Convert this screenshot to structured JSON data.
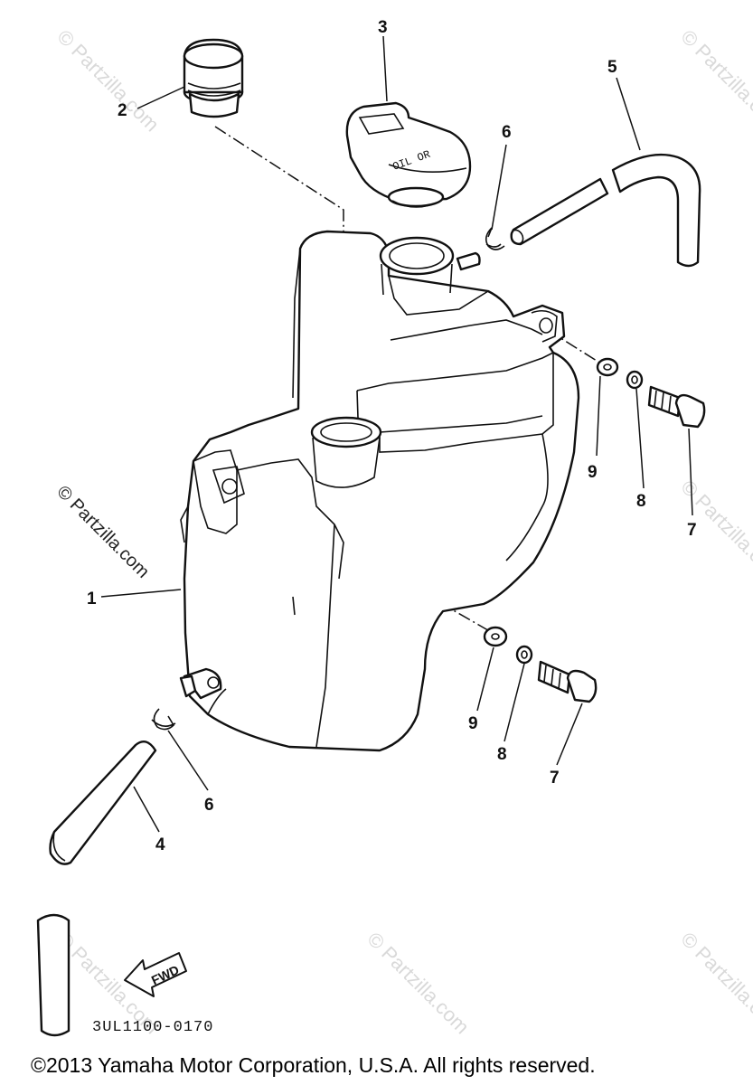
{
  "diagram": {
    "callouts": [
      {
        "id": "c1",
        "label": "1"
      },
      {
        "id": "c2",
        "label": "2"
      },
      {
        "id": "c3",
        "label": "3"
      },
      {
        "id": "c4",
        "label": "4"
      },
      {
        "id": "c5",
        "label": "5"
      },
      {
        "id": "c6a",
        "label": "6"
      },
      {
        "id": "c6b",
        "label": "6"
      },
      {
        "id": "c7a",
        "label": "7"
      },
      {
        "id": "c7b",
        "label": "7"
      },
      {
        "id": "c8a",
        "label": "8"
      },
      {
        "id": "c8b",
        "label": "8"
      },
      {
        "id": "c9a",
        "label": "9"
      },
      {
        "id": "c9b",
        "label": "9"
      }
    ],
    "cap_markings": "OIL  OR",
    "fwd_label": "FWD",
    "drawing_code": "3UL1100-0170",
    "copyright": "©2013  Yamaha Motor Corporation, U.S.A. All rights reserved.",
    "watermark": "© Partzilla.com"
  }
}
